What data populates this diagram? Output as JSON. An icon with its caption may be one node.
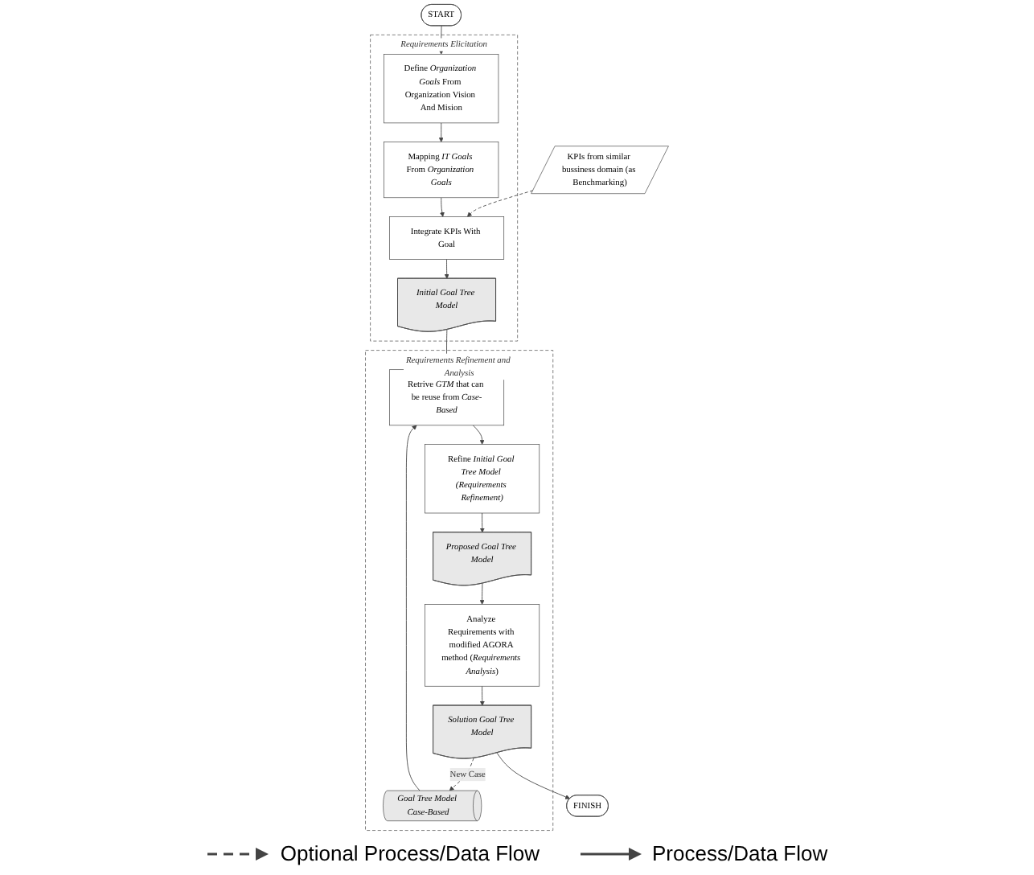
{
  "diagram": {
    "nodes": [
      {
        "text": [
          "START"
        ]
      },
      {
        "text": [
          "KPIs from similar bussiness domain (as Benchmarking)"
        ]
      },
      {
        "text": [
          "Requirements Elicitation"
        ]
      },
      {
        "text": [
          "Define *Organization Goals* From Organization Vision And Mision"
        ],
        "in": 2
      },
      {
        "text": [
          "Mapping *IT Goals* From *Organization Goals*"
        ],
        "in": 2
      },
      {
        "text": [
          "Integrate KPIs With Goal"
        ],
        "in": 2
      },
      {
        "text": [
          "Initial Goal Tree Model"
        ],
        "in": 2
      },
      {
        "text": [
          "Requirements Refinement and Analysis"
        ]
      },
      {
        "text": [
          "Goal Tree Model Case-Based"
        ],
        "in": 7
      },
      {
        "text": [
          "Retrive *GTM* that can be reuse from *Case-Based*"
        ],
        "in": 7
      },
      {
        "text": [
          "Refine *Initial Goal Tree Model (Requirements Refinement)*"
        ],
        "in": 7
      },
      {
        "text": [
          "Solution Goal Tree Model"
        ],
        "in": 7
      },
      {
        "text": [
          "Analyze Requirements with modified AGORA method (*Requirements Analysis*)"
        ],
        "in": 7
      },
      {
        "text": [
          "Proposed Goal Tree Model"
        ],
        "in": 7
      },
      {
        "text": [
          "FINISH"
        ]
      }
    ],
    "edges": [
      {
        "from": 0,
        "to": 3,
        "arrow": "to"
      },
      {
        "from": 1,
        "to": 5,
        "arrow": "to",
        "style": "dashed"
      },
      {
        "from": 3,
        "to": 4,
        "arrow": "to"
      },
      {
        "from": 4,
        "to": 5,
        "arrow": "to"
      },
      {
        "from": 5,
        "to": 6,
        "arrow": "to"
      },
      {
        "from": 6,
        "to": 9,
        "arrow": "to"
      },
      {
        "from": 8,
        "to": 9,
        "arrow": "to"
      },
      {
        "from": 9,
        "to": 10,
        "arrow": "to"
      },
      {
        "from": 10,
        "to": 13,
        "arrow": "to"
      },
      {
        "from": 13,
        "to": 12,
        "arrow": "to"
      },
      {
        "from": 12,
        "to": 11,
        "arrow": "to"
      },
      {
        "from": 11,
        "to": 8,
        "arrow": "to",
        "style": "dashed",
        "label": "New Case"
      },
      {
        "from": 11,
        "to": 14,
        "arrow": "to"
      }
    ],
    "legend": [
      {
        "text": "Optional Process/Data Flow"
      },
      {
        "text": "Process/Data Flow"
      }
    ]
  }
}
